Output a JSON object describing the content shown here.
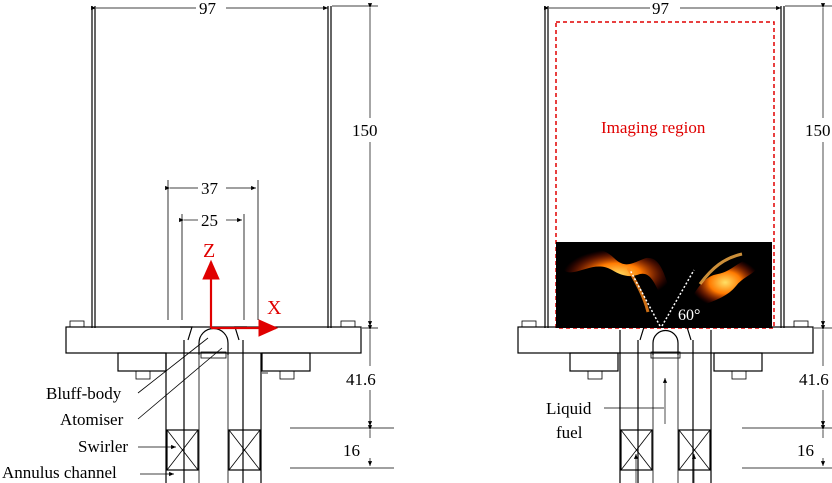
{
  "left_panel": {
    "dim_width_outer": "97",
    "dim_height_chamber": "150",
    "dim_width_37": "37",
    "dim_width_25": "25",
    "dim_height_41": "41.6",
    "dim_height_16": "16",
    "axis_z": "Z",
    "axis_x": "X",
    "label_bluff": "Bluff-body",
    "label_atomiser": "Atomiser",
    "label_swirler": "Swirler",
    "label_annulus": "Annulus channel"
  },
  "right_panel": {
    "dim_width_outer": "97",
    "dim_height_chamber": "150",
    "dim_height_41": "41.6",
    "dim_height_16": "16",
    "imaging_label": "Imaging region",
    "angle_label": "60°",
    "label_liquid": "Liquid",
    "label_fuel": "fuel"
  },
  "colors": {
    "imaging_border": "#e00000",
    "axis_color": "#e00000"
  }
}
